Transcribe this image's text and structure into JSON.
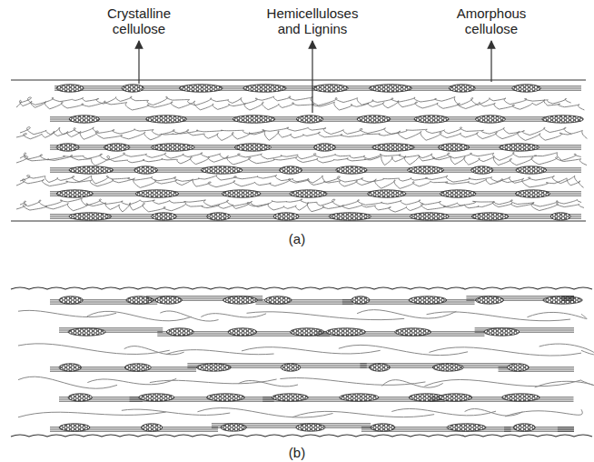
{
  "diagram": {
    "labels": [
      "Crystalline cellulose",
      "Hemicelluloses and Lignins",
      "Amorphous cellulose",
      "(a)",
      "(b)"
    ]
  }
}
